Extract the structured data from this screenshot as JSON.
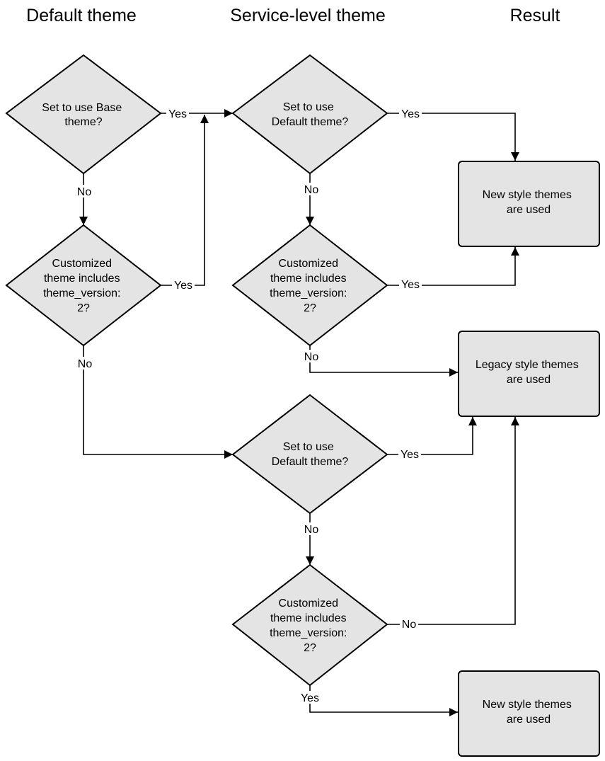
{
  "columns": {
    "default": "Default theme",
    "service": "Service-level theme",
    "result": "Result"
  },
  "nodes": {
    "d1": [
      "Set to use Base",
      "theme?"
    ],
    "d2": [
      "Customized",
      "theme includes",
      "theme_version:",
      "2?"
    ],
    "s1": [
      "Set to use",
      "Default theme?"
    ],
    "s2": [
      "Customized",
      "theme includes",
      "theme_version:",
      "2?"
    ],
    "s3": [
      "Set to use",
      "Default theme?"
    ],
    "s4": [
      "Customized",
      "theme includes",
      "theme_version:",
      "2?"
    ],
    "r1": [
      "New style themes",
      "are used"
    ],
    "r2": [
      "Legacy style themes",
      "are used"
    ],
    "r3": [
      "New style themes",
      "are used"
    ]
  },
  "edge_labels": {
    "d1_yes": "Yes",
    "d1_no": "No",
    "d2_yes": "Yes",
    "d2_no": "No",
    "s1_yes": "Yes",
    "s1_no": "No",
    "s2_yes": "Yes",
    "s2_no": "No",
    "s3_yes": "Yes",
    "s3_no": "No",
    "s4_no": "No",
    "s4_yes": "Yes"
  },
  "colors": {
    "shape_fill": "#e4e4e4",
    "stroke": "#000000"
  }
}
